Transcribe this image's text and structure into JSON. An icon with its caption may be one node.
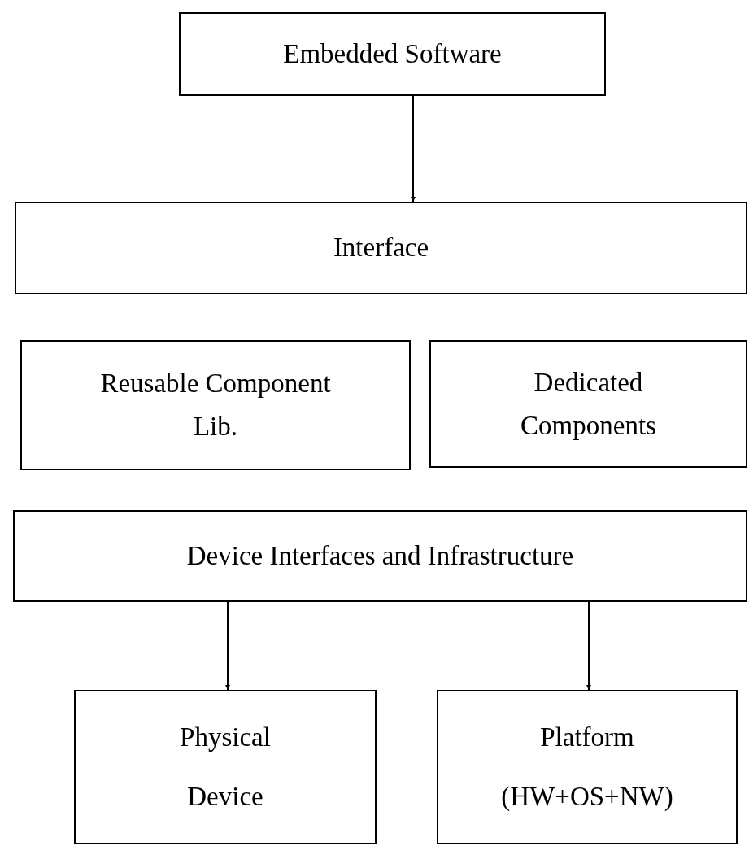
{
  "diagram": {
    "nodes": [
      {
        "text": [
          "Embedded Software"
        ]
      },
      {
        "text": [
          "Interface"
        ]
      },
      {
        "text": [
          "Reusable Component Lib."
        ]
      },
      {
        "text": [
          "Dedicated Components"
        ]
      },
      {
        "text": [
          "Device Interfaces and Infrastructure"
        ]
      },
      {
        "text": [
          "Physical Device"
        ]
      },
      {
        "text": [
          "Platform (HW+OS+NW)"
        ]
      }
    ],
    "edges": [
      {
        "from": 0,
        "to": 1,
        "arrow": "to"
      },
      {
        "from": 4,
        "to": 5,
        "arrow": "to"
      },
      {
        "from": 4,
        "to": 6,
        "arrow": "to"
      }
    ]
  }
}
